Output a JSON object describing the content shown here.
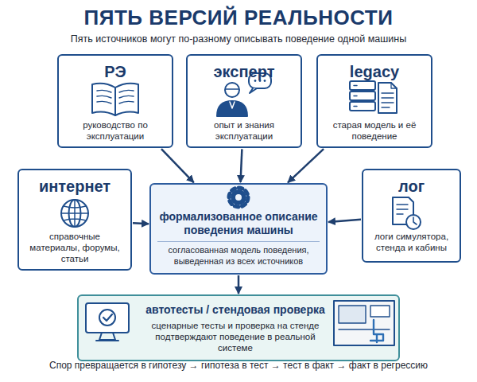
{
  "diagram": {
    "title": "ПЯТЬ ВЕРСИЙ РЕАЛЬНОСТИ",
    "caption": "Спор превращается в гипотезу → гипотеза в тест → тест в факт → факт в регрессию",
    "nodes": [
      {
        "text": [
          "РЭ",
          "руководство по эксплуатации"
        ]
      },
      {
        "text": [
          "эксперт",
          "опыт и знания эксплуатации"
        ]
      },
      {
        "text": [
          "legacy",
          "старая модель и её поведение"
        ]
      },
      {
        "text": [
          "интернет",
          "справочные материалы, форумы, статьи"
        ]
      },
      {
        "text": [
          "формализованное описание поведения машины",
          "согласованная модель поведения, выведенная из всех источников"
        ]
      },
      {
        "text": [
          "лог",
          "логи симулятора, стенда и кабины"
        ]
      },
      {
        "text": [
          "автотесты / стендовая проверка",
          "сценарные тесты и проверка на стенде подтверждают поведение в реальной системе"
        ]
      }
    ],
    "edges": [
      {
        "from": 0,
        "to": 4,
        "arrow": "to"
      },
      {
        "from": 1,
        "to": 4,
        "arrow": "to"
      },
      {
        "from": 2,
        "to": 4,
        "arrow": "to"
      },
      {
        "from": 3,
        "to": 4,
        "arrow": "to"
      },
      {
        "from": 5,
        "to": 4,
        "arrow": "to"
      },
      {
        "from": 4,
        "to": 6,
        "arrow": "to"
      }
    ],
    "labels": [
      "Пять источников могут по-разному описывать поведение одной машины"
    ]
  }
}
